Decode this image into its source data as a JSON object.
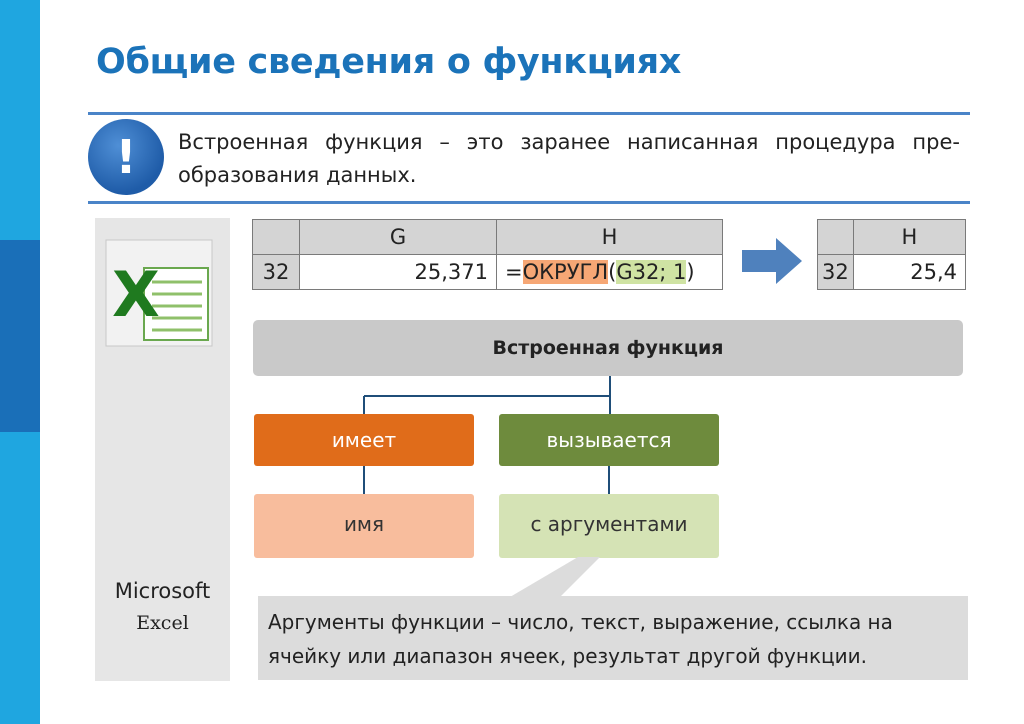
{
  "title": "Общие сведения о функциях",
  "definition": "Встроенная функция – это заранее написанная процедура пре-образования данных.",
  "sidebar": {
    "app_name": "Microsoft",
    "app_product": "Excel"
  },
  "sheet1": {
    "col_g": "G",
    "col_h": "H",
    "row": "32",
    "value": "25,371",
    "formula_eq": "=",
    "formula_fn": "ОКРУГЛ",
    "formula_open": "(",
    "formula_args": "G32; 1",
    "formula_close": ")"
  },
  "sheet2": {
    "col_h": "H",
    "row": "32",
    "value": "25,4"
  },
  "diagram": {
    "root": "Встроенная функция",
    "has": "имеет",
    "called": "вызывается",
    "name": "имя",
    "with_args": "с аргументами"
  },
  "note": "Аргументы функции – число, текст, выражение, ссылка на ячейку или диапазон ячеек, результат другой функции.",
  "colors": {
    "title": "#1b73b9",
    "accent_orange": "#e06c1a",
    "accent_green": "#6e8b3d",
    "rule": "#4a84c8"
  }
}
